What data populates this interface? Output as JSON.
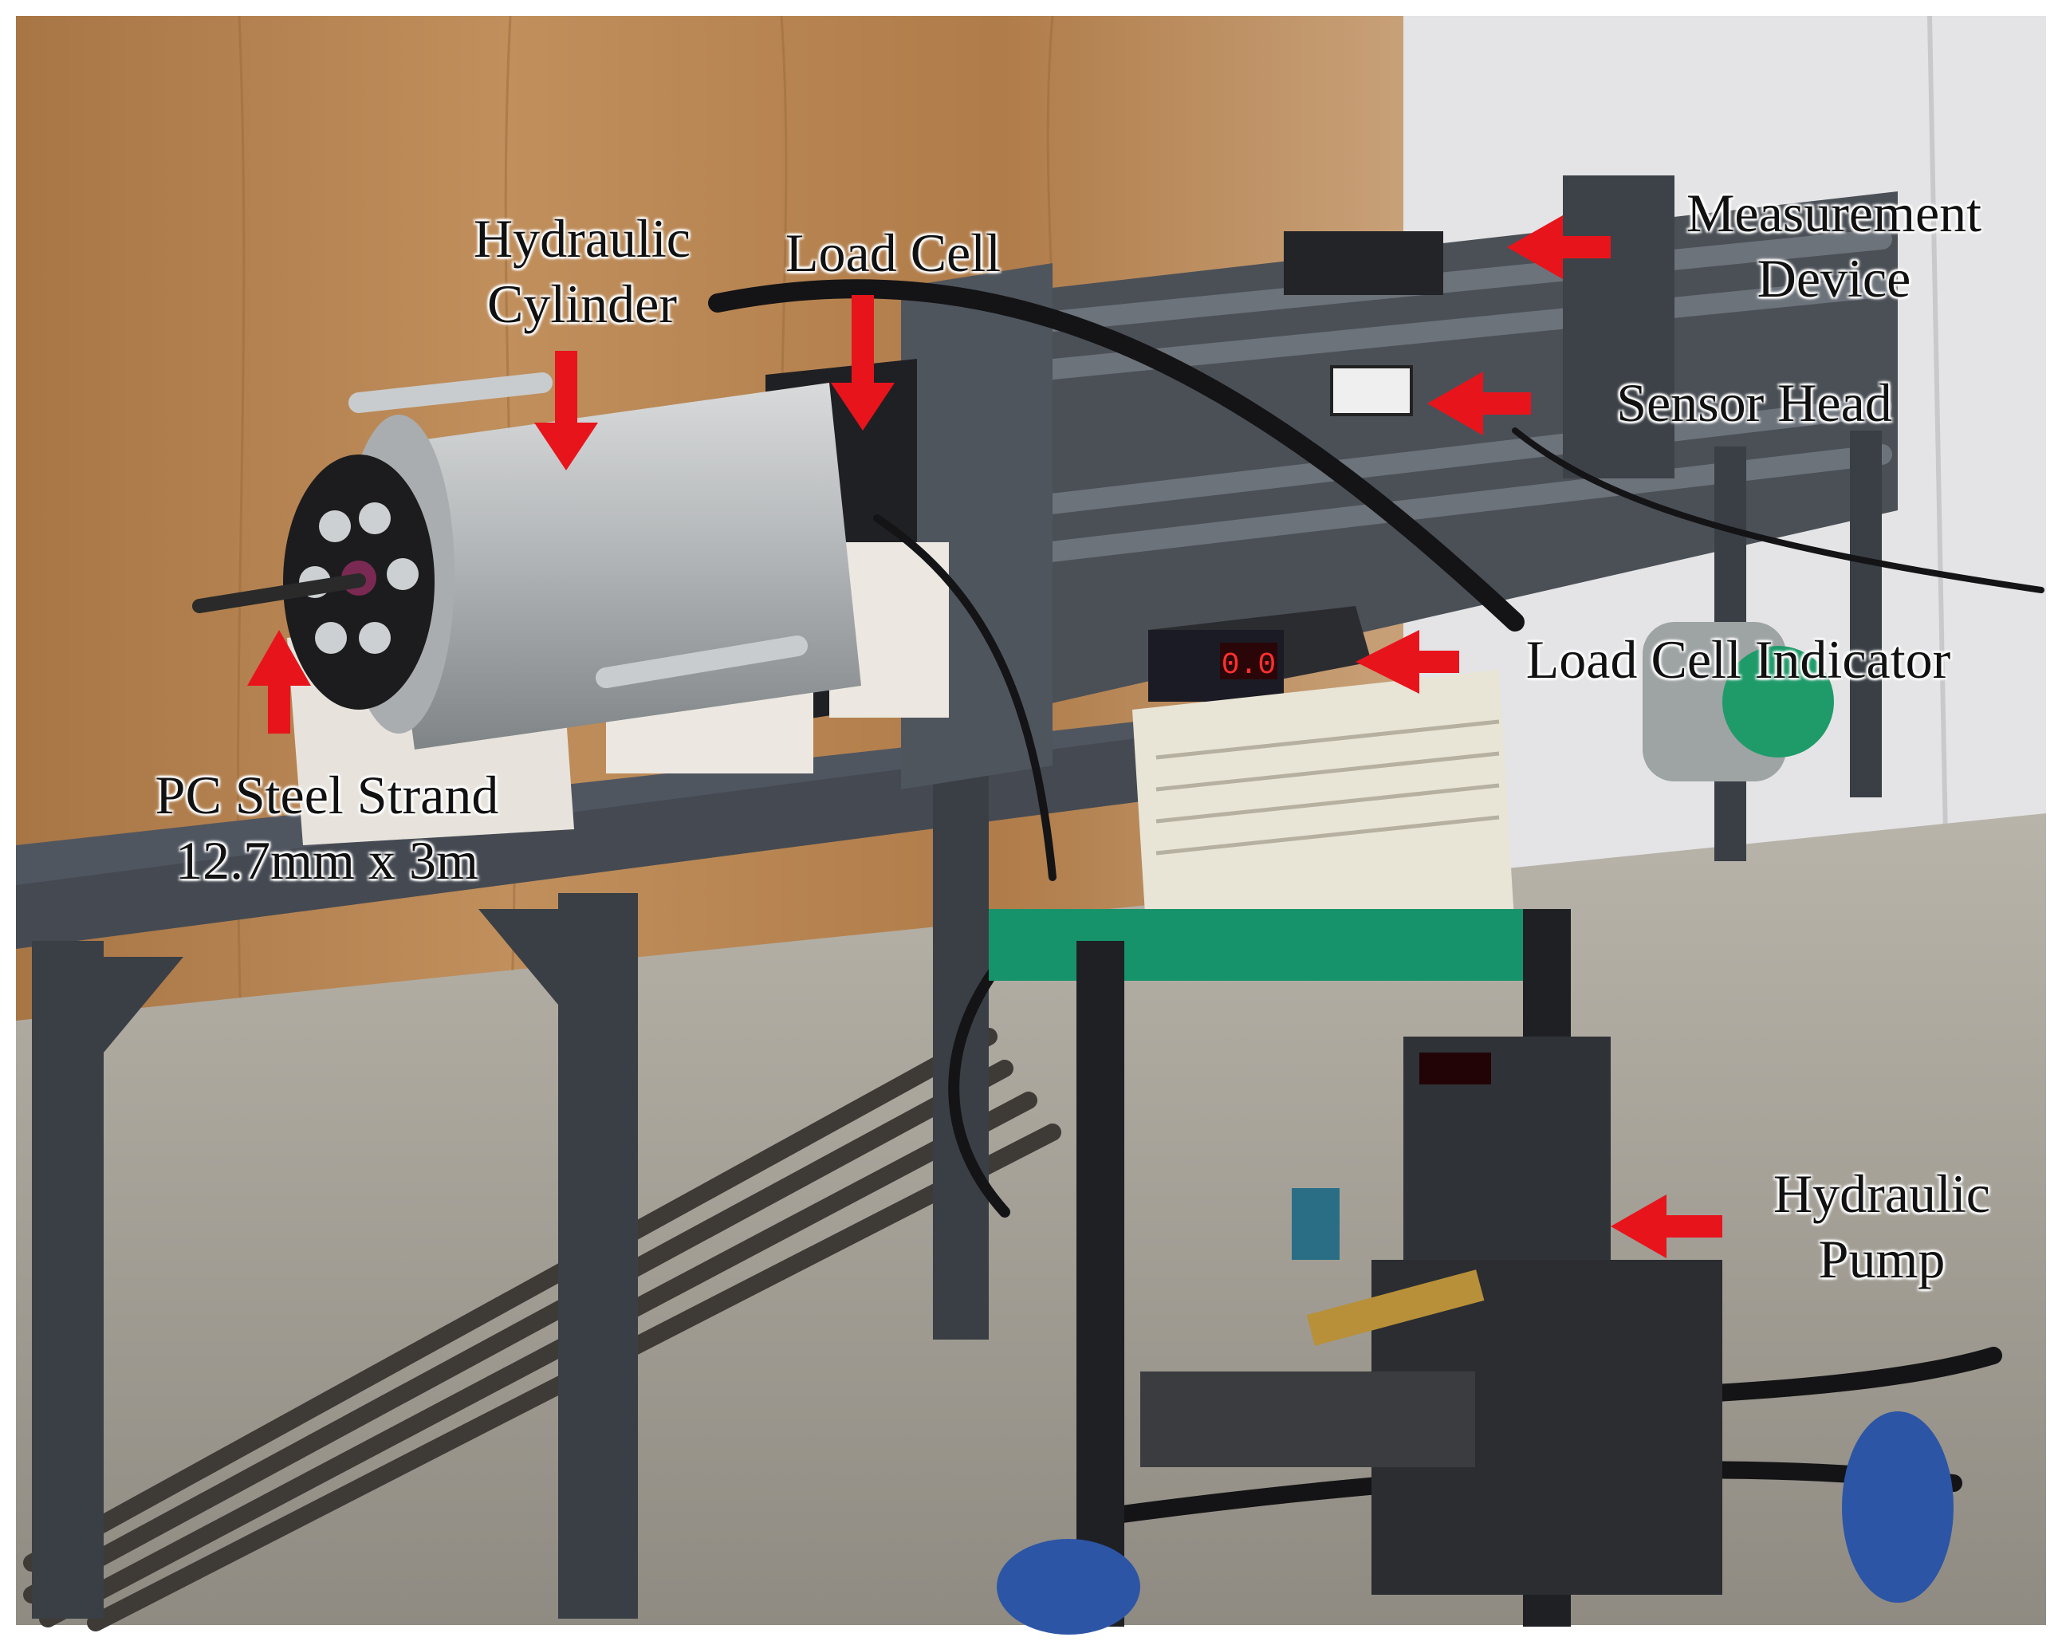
{
  "figure": {
    "labels": {
      "hydraulic_cylinder": [
        "Hydraulic",
        "Cylinder"
      ],
      "load_cell": "Load Cell",
      "measurement_device": [
        "Measurement",
        "Device"
      ],
      "sensor_head": "Sensor Head",
      "load_cell_indicator": "Load Cell Indicator",
      "pc_steel_strand": [
        "PC Steel Strand",
        "12.7mm x 3m"
      ],
      "hydraulic_pump": [
        "Hydraulic",
        "Pump"
      ]
    },
    "indicator_reading": "0.0",
    "colors": {
      "arrow": "#e8141c",
      "wood_wall": "#b7844f",
      "frame": "#3f444b",
      "cylinder": "#b9bcbe",
      "floor": "#a9a59b",
      "tape": "#17936b"
    }
  }
}
